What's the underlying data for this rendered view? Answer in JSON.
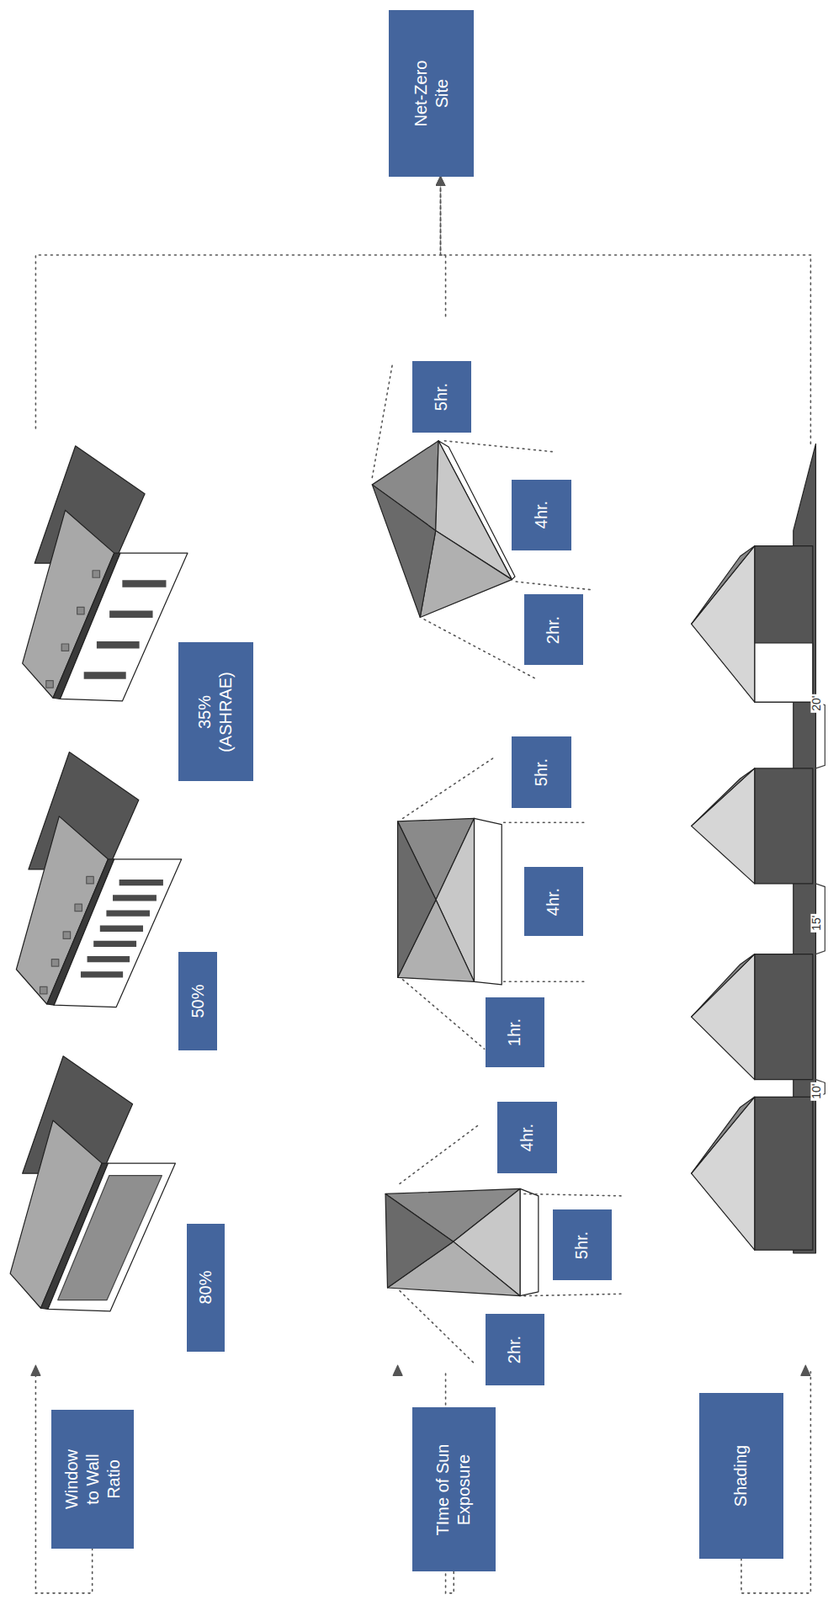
{
  "diagram": {
    "nodes": [
      {
        "text": [
          "Window to Wall Ratio"
        ]
      },
      {
        "text": [
          "80%"
        ]
      },
      {
        "text": [
          "50%"
        ]
      },
      {
        "text": [
          "35% (ASHRAE)"
        ]
      },
      {
        "text": [
          "TIme of Sun Exposure"
        ]
      },
      {
        "text": [
          "2hr."
        ]
      },
      {
        "text": [
          "5hr."
        ]
      },
      {
        "text": [
          "4hr."
        ]
      },
      {
        "text": [
          "1hr."
        ]
      },
      {
        "text": [
          "4hr."
        ]
      },
      {
        "text": [
          "5hr."
        ]
      },
      {
        "text": [
          "2hr."
        ]
      },
      {
        "text": [
          "4hr."
        ]
      },
      {
        "text": [
          "5hr."
        ]
      },
      {
        "text": [
          "Shading"
        ]
      },
      {
        "text": [
          "Net-Zero Site"
        ]
      }
    ],
    "edges": [
      {
        "from": 0,
        "to": 15,
        "arrow": "to"
      },
      {
        "from": 4,
        "to": 15,
        "arrow": "to"
      },
      {
        "from": 14,
        "to": 15,
        "arrow": "to"
      }
    ],
    "labels": [
      "10'",
      "15'",
      "20'"
    ]
  }
}
